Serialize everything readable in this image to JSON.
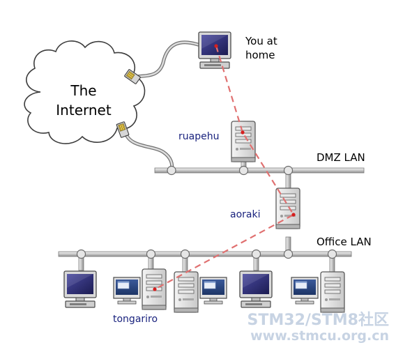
{
  "cloud": {
    "line1": "The",
    "line2": "Internet"
  },
  "home": {
    "line1": "You at",
    "line2": "home"
  },
  "hosts": {
    "ruapehu": "ruapehu",
    "aoraki": "aoraki",
    "tongariro": "tongariro"
  },
  "networks": {
    "dmz": "DMZ LAN",
    "office": "Office LAN"
  },
  "watermark": {
    "line1": "STM32/STM8社区",
    "line2": "www.stmcu.org.cn"
  },
  "colors": {
    "host_label": "#1a237e",
    "path": "#e07070",
    "watermark": "#c7d3e3"
  }
}
